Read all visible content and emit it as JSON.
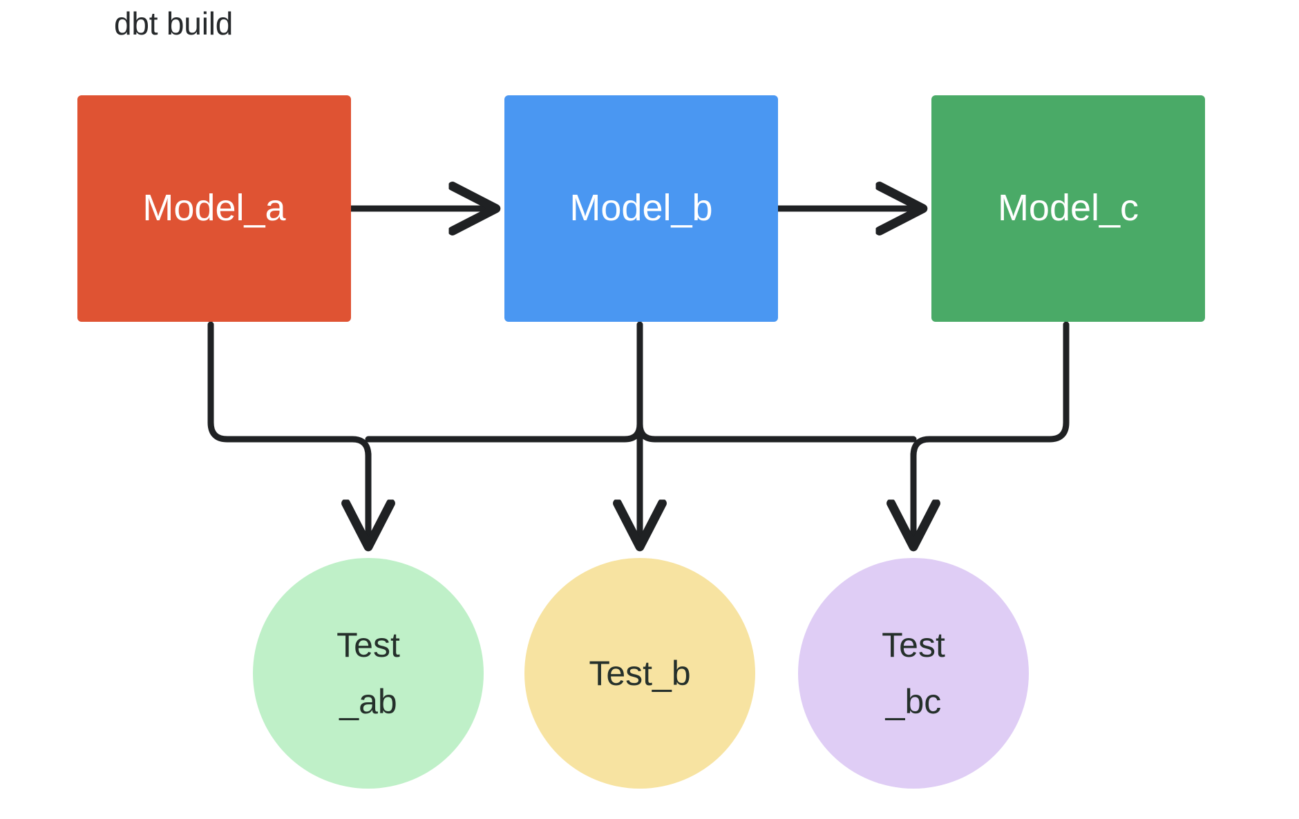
{
  "title": "dbt build",
  "colors": {
    "model_a_fill": "#DF5333",
    "model_b_fill": "#4A97F2",
    "model_c_fill": "#4AAA67",
    "test_ab_fill": "#BFF0C8",
    "test_b_fill": "#F7E3A1",
    "test_bc_fill": "#DFCDF5",
    "box_text": "#FFFFFF",
    "circle_text": "#25302B",
    "edge": "#1F2123",
    "title_text": "#26292B",
    "background": "#FFFFFF"
  },
  "nodes": {
    "model_a": {
      "label": "Model_a",
      "shape": "rect"
    },
    "model_b": {
      "label": "Model_b",
      "shape": "rect"
    },
    "model_c": {
      "label": "Model_c",
      "shape": "rect"
    },
    "test_ab": {
      "label": "Test\n_ab",
      "shape": "circle"
    },
    "test_b": {
      "label": "Test_b",
      "shape": "circle"
    },
    "test_bc": {
      "label": "Test\n_bc",
      "shape": "circle"
    }
  },
  "edges": [
    {
      "from": "model_a",
      "to": "model_b",
      "type": "arrow-right"
    },
    {
      "from": "model_b",
      "to": "model_c",
      "type": "arrow-right"
    },
    {
      "from": "model_a",
      "to": "test_ab",
      "type": "elbow-down"
    },
    {
      "from": "model_b",
      "to": "test_b",
      "type": "straight-down"
    },
    {
      "from": "model_b",
      "to": "test_ab",
      "type": "bus-down"
    },
    {
      "from": "model_c",
      "to": "test_bc",
      "type": "elbow-down"
    },
    {
      "from": "model_b",
      "to": "test_bc",
      "type": "bus-down"
    }
  ]
}
